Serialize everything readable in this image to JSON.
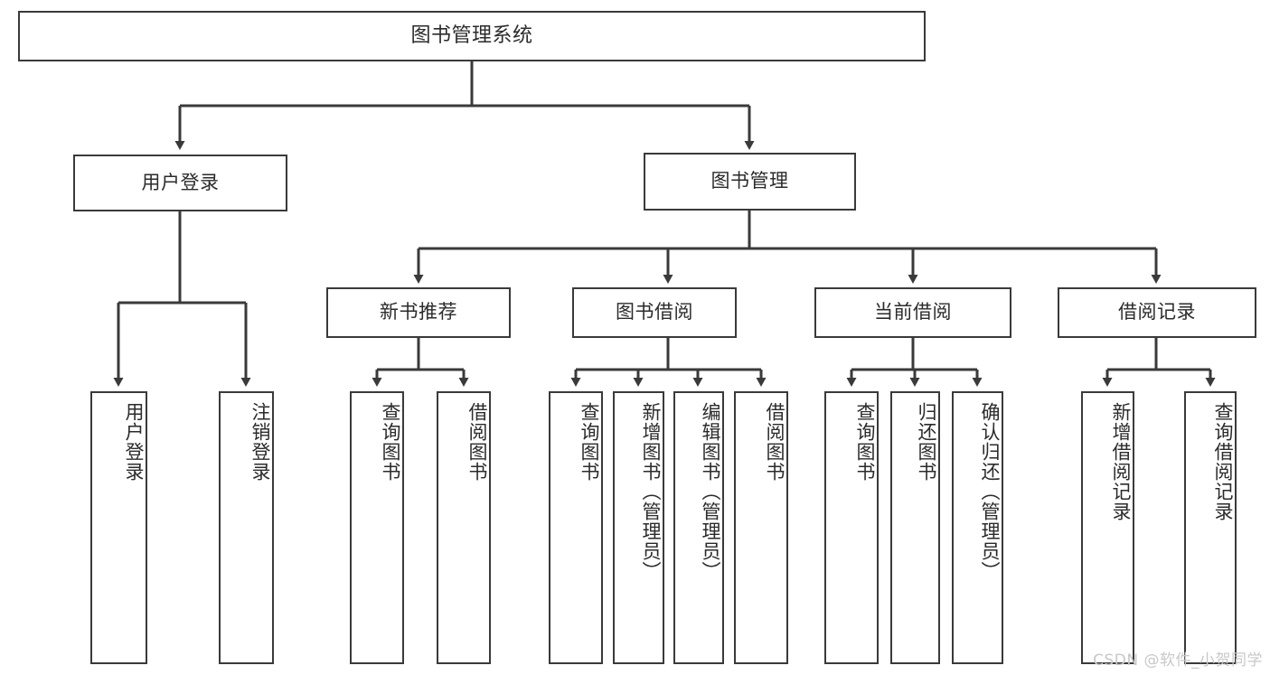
{
  "diagram": {
    "title": "图书管理系统",
    "type": "tree-hierarchy",
    "watermark": "CSDN @软件_小贺同学",
    "colors": {
      "box_border": "#3a3a3a",
      "box_fill": "#ffffff",
      "text": "#2b2b2b",
      "edge": "#3a3a3a",
      "watermark": "#c8c8c8",
      "background": "#ffffff"
    }
  },
  "nodes": {
    "root": {
      "label": "图书管理系统"
    },
    "level1": [
      {
        "id": "user-login",
        "label": "用户登录"
      },
      {
        "id": "book-management",
        "label": "图书管理"
      }
    ],
    "level2": [
      {
        "id": "new-book-recommend",
        "label": "新书推荐",
        "parent": "book-management"
      },
      {
        "id": "book-borrow",
        "label": "图书借阅",
        "parent": "book-management"
      },
      {
        "id": "current-borrow",
        "label": "当前借阅",
        "parent": "book-management"
      },
      {
        "id": "borrow-record",
        "label": "借阅记录",
        "parent": "book-management"
      }
    ],
    "leaves": {
      "user_login": [
        {
          "id": "leaf-user-login",
          "label": "用户登录"
        },
        {
          "id": "leaf-user-logout",
          "label": "注销登录"
        }
      ],
      "new_book_recommend": [
        {
          "id": "leaf-query-book-1",
          "label": "查询图书"
        },
        {
          "id": "leaf-borrow-book-1",
          "label": "借阅图书"
        }
      ],
      "book_borrow": [
        {
          "id": "leaf-query-book-2",
          "label": "查询图书"
        },
        {
          "id": "leaf-add-book",
          "label": "新增图书（管理员）"
        },
        {
          "id": "leaf-edit-book",
          "label": "编辑图书（管理员）"
        },
        {
          "id": "leaf-borrow-book-2",
          "label": "借阅图书"
        }
      ],
      "current_borrow": [
        {
          "id": "leaf-query-book-3",
          "label": "查询图书"
        },
        {
          "id": "leaf-return-book",
          "label": "归还图书"
        },
        {
          "id": "leaf-confirm-return",
          "label": "确认归还（管理员）"
        }
      ],
      "borrow_record": [
        {
          "id": "leaf-add-record",
          "label": "新增借阅记录"
        },
        {
          "id": "leaf-query-record",
          "label": "查询借阅记录"
        }
      ]
    }
  }
}
